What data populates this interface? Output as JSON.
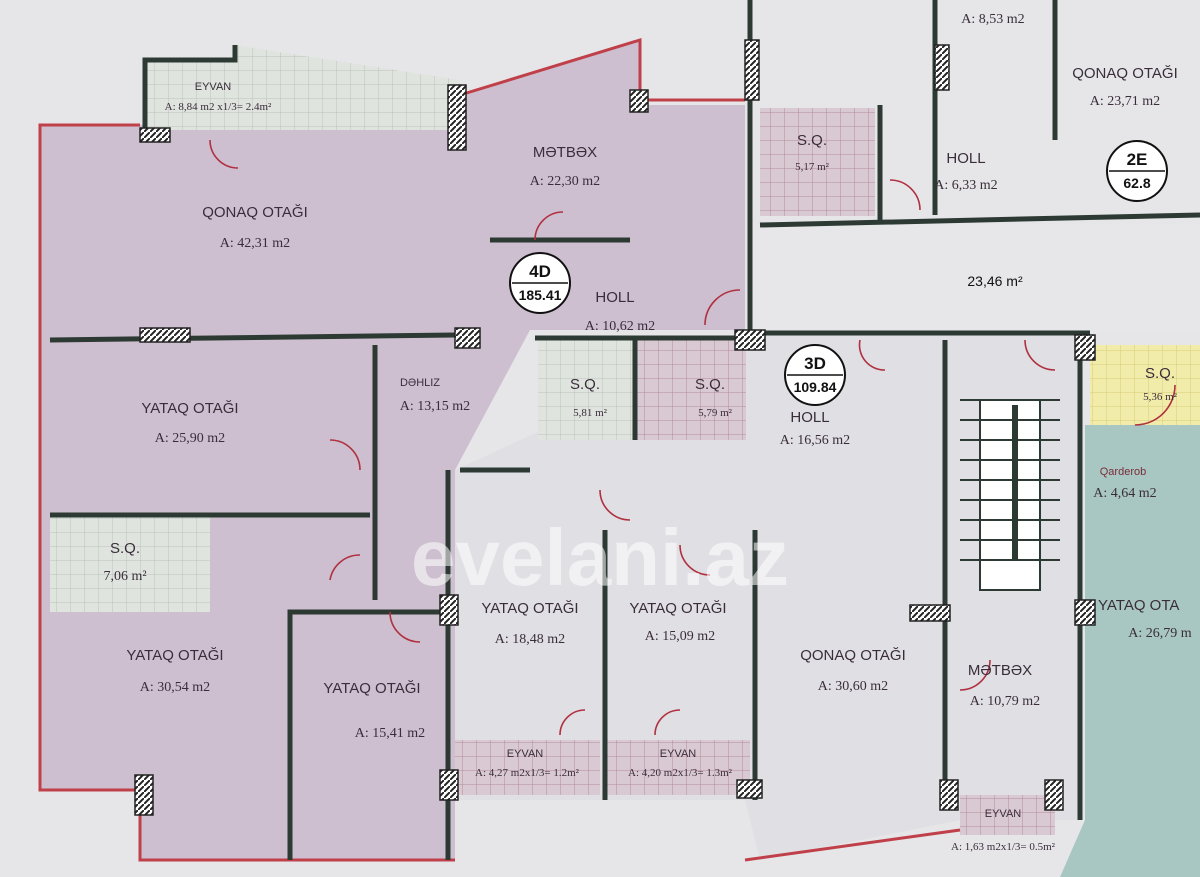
{
  "colors": {
    "unit_4d": "#cdbfcf",
    "unit_3d": "#e3e3e6",
    "wet_grid": "#d4dcd6",
    "yellow_sq": "#f1eaa8",
    "teal_unit": "#a9c7c2",
    "outer_wall": "#c0404a"
  },
  "watermark": "evelani.az",
  "units": [
    {
      "id": "4D",
      "area": "185.41"
    },
    {
      "id": "3D",
      "area": "109.84"
    },
    {
      "id": "2E",
      "area": "62.8"
    }
  ],
  "rooms": [
    {
      "name": "EYVAN",
      "area": "A: 8,84 m2 x1/3= 2.4m²"
    },
    {
      "name": "MƏTBƏX",
      "area": "A: 22,30 m2"
    },
    {
      "name": "QONAQ OTAĞI",
      "area": "A: 42,31 m2"
    },
    {
      "name": "HOLL",
      "area": "A: 10,62 m2"
    },
    {
      "name": "YATAQ OTAĞI",
      "area": "A: 25,90 m2"
    },
    {
      "name": "DƏHLIZ",
      "area": "A: 13,15 m2"
    },
    {
      "name": "S.Q.",
      "area": "5,81 m²"
    },
    {
      "name": "S.Q.",
      "area": "5,79 m²"
    },
    {
      "name": "S.Q.",
      "area": "7,06 m²"
    },
    {
      "name": "YATAQ OTAĞI",
      "area": "A: 30,54 m2"
    },
    {
      "name": "YATAQ OTAĞI",
      "area": "A: 15,41 m2"
    },
    {
      "name": "YATAQ OTAĞI",
      "area": "A: 18,48 m2"
    },
    {
      "name": "YATAQ OTAĞI",
      "area": "A: 15,09 m2"
    },
    {
      "name": "EYVAN",
      "area": "A: 4,27 m2x1/3= 1.2m²"
    },
    {
      "name": "EYVAN",
      "area": "A: 4,20 m2x1/3= 1.3m²"
    },
    {
      "name": "HOLL",
      "area": "A: 16,56 m2"
    },
    {
      "name": "QONAQ OTAĞI",
      "area": "A: 30,60 m2"
    },
    {
      "name": "MƏTBƏX",
      "area": "A: 10,79 m2"
    },
    {
      "name": "EYVAN",
      "area": "A: 1,63 m2x1/3= 0.5m²"
    },
    {
      "name": "S.Q.",
      "area": "5,36 m²"
    },
    {
      "name": "Qarderob",
      "area": "A: 4,64 m2"
    },
    {
      "name": "YATAQ OTA",
      "area": "A: 26,79 m"
    },
    {
      "name": "S.Q.",
      "area": "5,17 m²"
    },
    {
      "name": "HOLL",
      "area": "A: 6,33 m2"
    },
    {
      "name": "QONAQ OTAĞI",
      "area": "A: 23,71 m2"
    },
    {
      "name": "",
      "area": "A: 8,53 m2"
    },
    {
      "name": "",
      "area": "23,46 m²"
    }
  ]
}
